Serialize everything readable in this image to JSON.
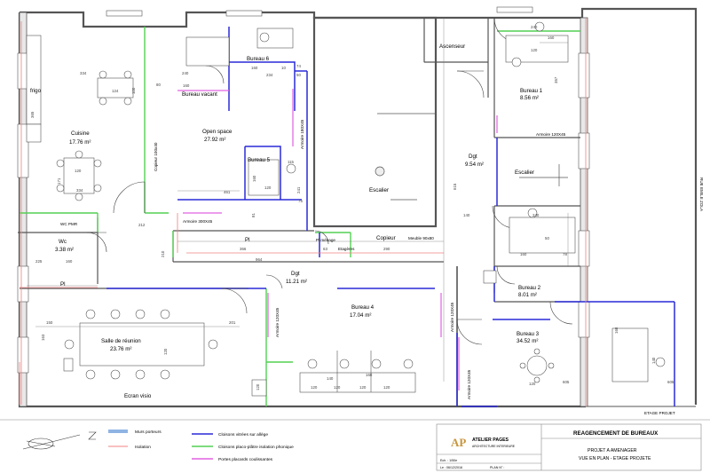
{
  "rooms": {
    "bureau6": "Bureau 6",
    "bureau_vacant": "Bureau vacant",
    "ascenseur": "Ascenseur",
    "bureau1": "Bureau 1",
    "bureau1_area": "8.56 m²",
    "frigo": "frigo",
    "cuisine": "Cuisine",
    "cuisine_area": "17.76 m²",
    "open_space": "Open space",
    "open_space_area": "27.92 m²",
    "bureau5": "Bureau 5",
    "dgt_top": "Dgt",
    "dgt_top_area": "9.54 m²",
    "escalier_center": "Escalier",
    "escalier_right": "Escalier",
    "wc": "Wc",
    "wc_area": "3.38 m²",
    "pmr_sign": "WC PMR",
    "pl_a": "Pl",
    "pl_menage": "Pl ménage",
    "etageres": "Etagères",
    "copieur": "Copieur",
    "meuble": "Meuble 90x80",
    "pl_b": "Pl",
    "dgt_bottom": "Dgt",
    "dgt_bottom_area": "11.21 m²",
    "bureau2": "Bureau 2",
    "bureau2_area": "8.01 m²",
    "bureau4": "Bureau 4",
    "bureau4_area": "17.04 m²",
    "salle": "Salle de réunion",
    "salle_area": "23.76 m²",
    "bureau3": "Bureau 3",
    "bureau3_area": "34.52 m²",
    "ecran": "Ecran visio",
    "street": "RUE EMILE ZOLA",
    "etage_projet": "ETAGE PROJET"
  },
  "annotations": {
    "armoire_180": "Armoire 180X45",
    "armoire_120_b1": "Armoire 120X45",
    "copieur_100": "Copieur 100x40",
    "armoire_300": "Armoire 300X45",
    "armoire_120_b4a": "Armoire 120X45",
    "armoire_120_b4b": "Armoire 120X45",
    "armoire_120_b3": "Armoire 120X45"
  },
  "dims": {
    "d_334_a": "334",
    "d_240_a": "240",
    "d_160_b6": "160",
    "d_10": "10",
    "d_74": "74",
    "d_234": "234",
    "d_50": "50",
    "d_80": "80",
    "d_160_bv": "160",
    "d_124": "124",
    "d_100": "100",
    "d_240_b1": "240",
    "d_160_b1": "160",
    "d_120_b1": "120",
    "d_357": "357",
    "d_365": "365",
    "d_120_cu": "120",
    "d_171": "171",
    "d_334_b": "334",
    "d_115": "115",
    "d_160_b5": "160",
    "d_241": "241",
    "d_120_b5": "120",
    "d_461": "461",
    "d_75": "75",
    "d_81": "81",
    "d_615": "615",
    "d_140": "140",
    "d_212": "212",
    "d_240_b2": "240",
    "d_366": "366",
    "d_63": "63",
    "d_290": "290",
    "d_964": "964",
    "d_160_b2": "160",
    "d_78": "78",
    "d_50_b2": "50",
    "d_210": "210",
    "d_225": "225",
    "d_160_pl": "160",
    "d_150": "150",
    "d_201": "201",
    "d_163": "163",
    "d_120_s": "120",
    "d_120_b4a": "120",
    "d_120_b4b": "120",
    "d_120_b4c": "120",
    "d_120_b4d": "120",
    "d_120_b3": "120",
    "d_160_b3": "160",
    "d_140_b3": "140",
    "d_605": "605",
    "d_605b": "605",
    "d_120_sr": "120",
    "d_160_s2": "160",
    "d_140_s3": "140"
  },
  "legend": {
    "murs_porteurs": "Murs porteurs",
    "isolation": "Isolation",
    "cloisons_vitrees": "Cloisons vitrées sur allège",
    "cloisons_placo": "Cloisons placo-plâtre isolation phonique",
    "portes_placards": "Portes placards coulissantes"
  },
  "title_block": {
    "logo_mark": "AP",
    "company": "ATELIER PAGES",
    "company_sub": "ARCHITECTURE INTERIEURE",
    "main_title": "REAGENCEMENT DE BUREAUX",
    "project": "PROJET A AMENAGER",
    "view": "VUE EN PLAN - ETAGE PROJETE",
    "scale": "Ech. : 1/50e",
    "date": "Le : 06/12/2016",
    "plan_no": "PLAN N° :"
  },
  "colors": {
    "murs_porteurs": "#8fb4e3",
    "isolation": "#f08080",
    "cloisons_vitrees": "#2a2ad8",
    "cloisons_placo": "#52d152",
    "portes_placards": "#e060e0",
    "walls": "#555555",
    "brand": "#c8963c"
  }
}
